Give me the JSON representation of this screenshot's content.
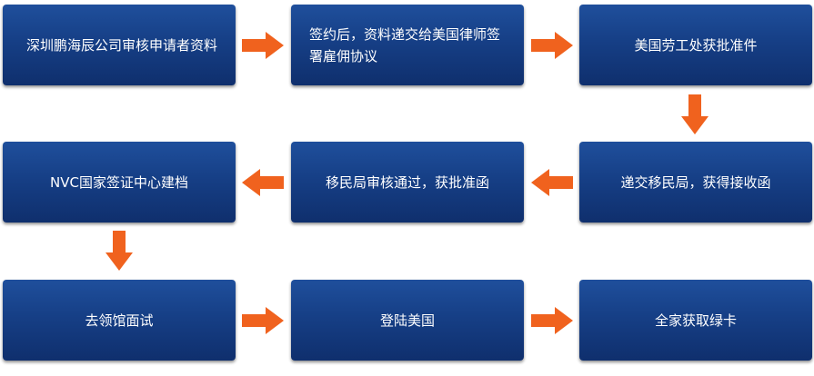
{
  "diagram": {
    "steps": [
      {
        "id": "s1",
        "label": "深圳鹏海辰公司审核申请者资料"
      },
      {
        "id": "s2",
        "label": "签约后，资料递交给美国律师签署雇佣协议"
      },
      {
        "id": "s3",
        "label": "美国劳工处获批准件"
      },
      {
        "id": "s4",
        "label": "递交移民局，获得接收函"
      },
      {
        "id": "s5",
        "label": "移民局审核通过，获批准函"
      },
      {
        "id": "s6",
        "label": "NVC国家签证中心建档"
      },
      {
        "id": "s7",
        "label": "去领馆面试"
      },
      {
        "id": "s8",
        "label": "登陆美国"
      },
      {
        "id": "s9",
        "label": "全家获取绿卡"
      }
    ],
    "colors": {
      "box_top": "#1f4f9c",
      "box_bottom": "#0f2f6d",
      "text": "#ffffff",
      "arrow": "#f0621e"
    }
  }
}
